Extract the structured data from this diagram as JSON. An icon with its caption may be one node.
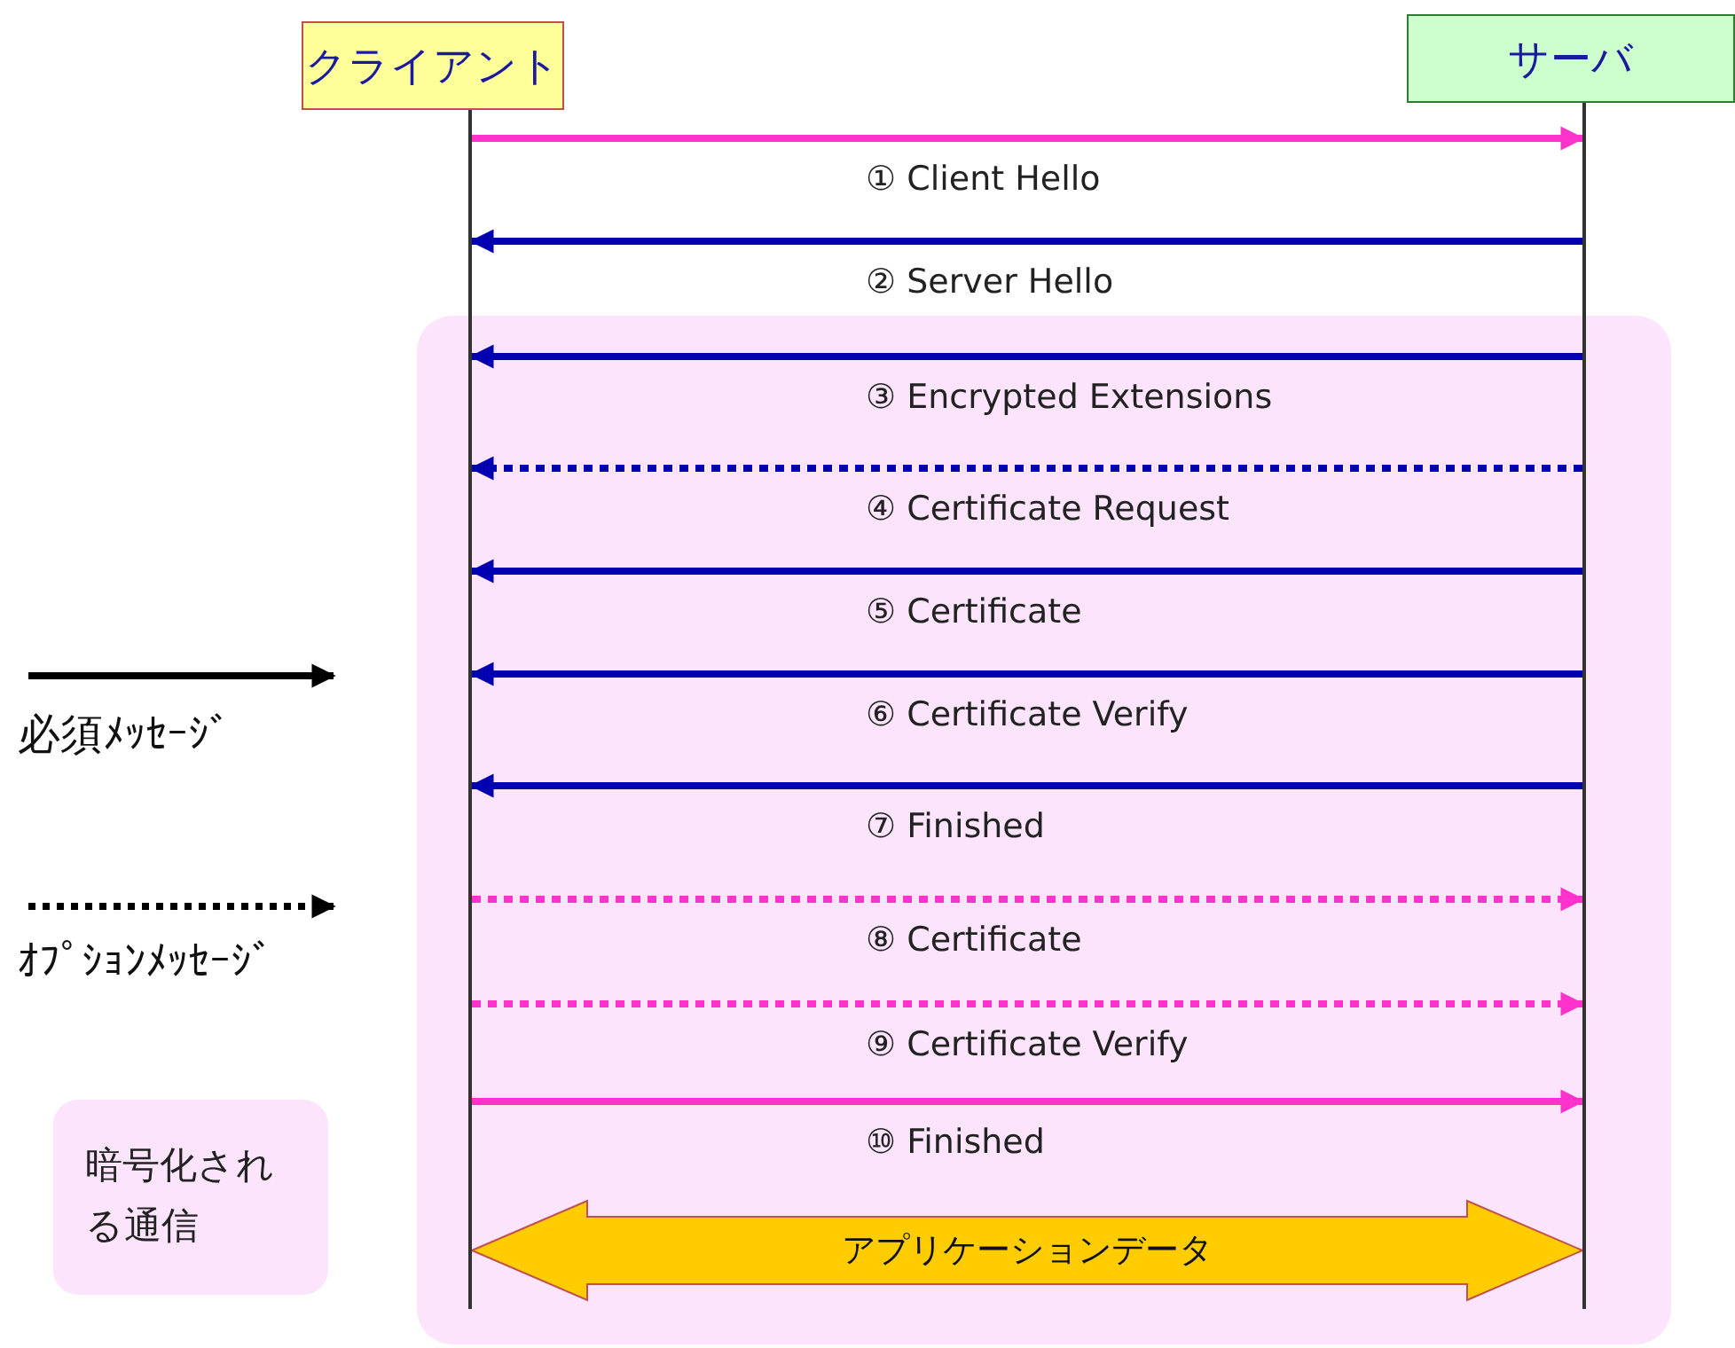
{
  "diagram": {
    "nodes": [
      {
        "text": [
          "クライアント"
        ]
      },
      {
        "text": [
          "サーバ"
        ]
      },
      {
        "text": [],
        "shape": "line"
      },
      {
        "text": [],
        "shape": "line"
      }
    ],
    "edges": [
      {
        "from": 2,
        "to": 3,
        "arrow": "to",
        "label": "① Client Hello",
        "color": "#ff33cc"
      },
      {
        "from": 3,
        "to": 2,
        "arrow": "to",
        "label": "② Server Hello"
      },
      {
        "from": 3,
        "to": 2,
        "arrow": "to",
        "label": "③ Encrypted Extensions"
      },
      {
        "from": 3,
        "to": 2,
        "arrow": "to",
        "label": "④ Certificate Request",
        "style": "dashed"
      },
      {
        "from": 3,
        "to": 2,
        "arrow": "to",
        "label": "⑤ Certificate"
      },
      {
        "from": 3,
        "to": 2,
        "arrow": "to",
        "label": "⑥ Certificate Verify"
      },
      {
        "from": 3,
        "to": 2,
        "arrow": "to",
        "label": "⑦ Finished"
      },
      {
        "from": 2,
        "to": 3,
        "arrow": "to",
        "label": "⑧ Certificate",
        "style": "dashed",
        "color": "#ff33cc"
      },
      {
        "from": 2,
        "to": 3,
        "arrow": "to",
        "label": "⑨ Certificate Verify",
        "style": "dashed",
        "color": "#ff33cc"
      },
      {
        "from": 2,
        "to": 3,
        "arrow": "to",
        "label": "⑩ Finished",
        "color": "#ff33cc"
      },
      {
        "from": 2,
        "to": 3,
        "arrow": "both",
        "label": "アプリケーションデータ",
        "style": "thick",
        "color": "#ffcc00"
      }
    ],
    "legend": [
      {
        "text": "必須ﾒｯｾｰｼﾞ"
      },
      {
        "text": "ｵﾌﾟｼｮﾝﾒｯｾｰｼﾞ"
      },
      {
        "text": "暗号化される通信",
        "color": "#fce4fc"
      }
    ]
  }
}
